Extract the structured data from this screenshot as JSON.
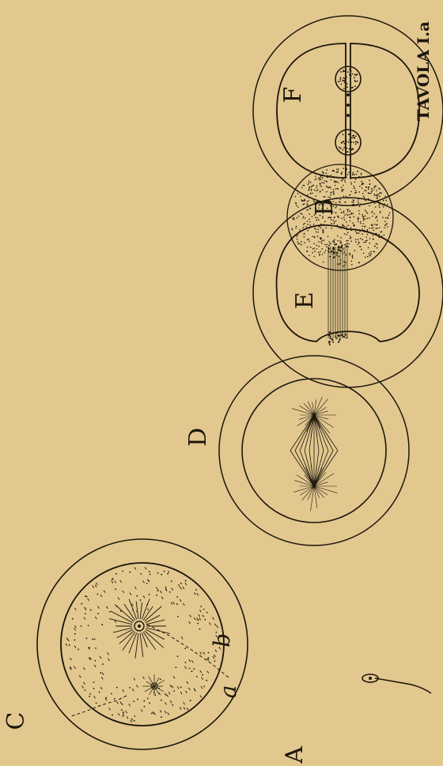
{
  "plate": {
    "title": "TAVOLA I.a",
    "figure_labels": [
      "A",
      "B",
      "C",
      "D",
      "E",
      "F"
    ],
    "annotations": [
      "a",
      "b"
    ]
  },
  "colors": {
    "paper": "#e2c88f",
    "ink": "#1d160c"
  }
}
